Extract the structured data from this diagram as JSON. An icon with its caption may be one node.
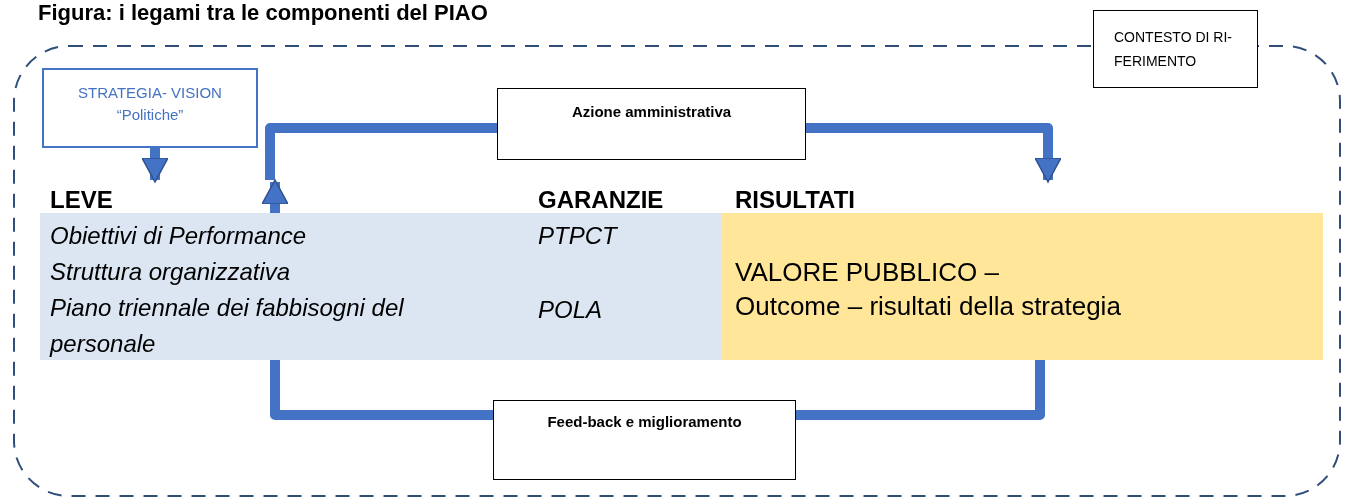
{
  "diagram": {
    "title": "Figura: i legami tra le componenti del PIAO",
    "nodes": [
      {
        "text": [
          "CONTESTO DI RI- FERIMENTO"
        ]
      },
      {
        "text": [
          "STRATEGIA- VISION “Politiche”"
        ],
        "in": 0
      },
      {
        "text": [
          "LEVE",
          "Obiettivi di Performance",
          "Struttura organizzativa",
          "Piano triennale dei fabbisogni del personale",
          "GARANZIE",
          "PTPCT",
          "POLA"
        ],
        "in": 0
      },
      {
        "text": [
          "RISULTATI",
          "VALORE PUBBLICO –",
          "Outcome – risultati della strategia"
        ],
        "in": 0
      },
      {
        "text": [
          "Azione amministrativa"
        ],
        "in": 0
      },
      {
        "text": [
          "Feed-back e miglioramento"
        ],
        "in": 0
      }
    ],
    "edges": [
      {
        "from": 1,
        "to": 2,
        "arrow": "to"
      },
      {
        "from": 2,
        "to": 4,
        "arrow": "none"
      },
      {
        "from": 4,
        "to": 3,
        "arrow": "to"
      },
      {
        "from": 3,
        "to": 5,
        "arrow": "none"
      },
      {
        "from": 5,
        "to": 2,
        "arrow": "to"
      }
    ]
  }
}
